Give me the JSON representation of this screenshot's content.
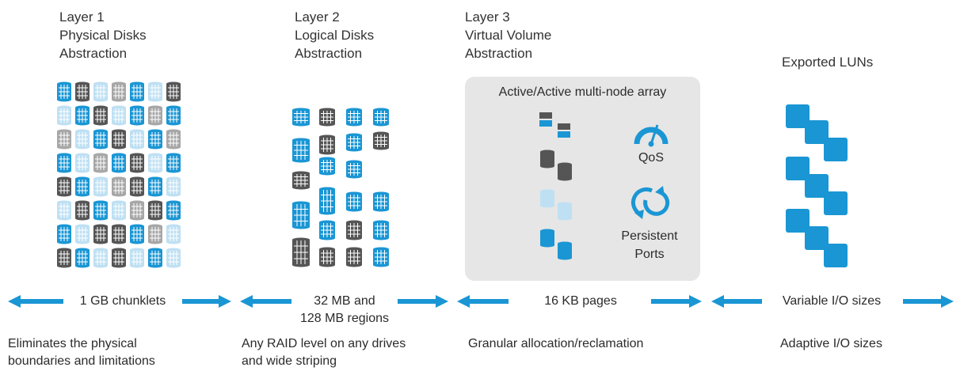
{
  "colors": {
    "accent": "#1a96d4",
    "light": "#bfe0f3",
    "dark": "#555555",
    "gray": "#a7a7a7",
    "panel": "#e6e6e6"
  },
  "layers": [
    {
      "lines": [
        "Layer 1",
        "Physical Disks",
        "Abstraction"
      ]
    },
    {
      "lines": [
        "Layer 2",
        "Logical Disks",
        "Abstraction"
      ]
    },
    {
      "lines": [
        "Layer 3",
        "Virtual Volume",
        "Abstraction"
      ]
    },
    {
      "lines": [
        "Exported LUNs"
      ]
    }
  ],
  "panel": {
    "title": "Active/Active multi-node array",
    "qos_label": "QoS",
    "persistent_label_1": "Persistent",
    "persistent_label_2": "Ports"
  },
  "arrows": [
    {
      "line1": "1 GB chunklets",
      "line2": ""
    },
    {
      "line1": "32 MB and",
      "line2": "128 MB regions"
    },
    {
      "line1": "16 KB pages",
      "line2": ""
    },
    {
      "line1": "Variable I/O sizes",
      "line2": ""
    }
  ],
  "descriptions": [
    {
      "line1": "Eliminates the physical",
      "line2": "boundaries and limitations"
    },
    {
      "line1": "Any RAID level on any drives",
      "line2": "and wide striping"
    },
    {
      "line1": "Granular allocation/reclamation",
      "line2": ""
    },
    {
      "line1": "Adaptive I/O sizes",
      "line2": ""
    }
  ],
  "icons": {
    "layer1": "disk-grid-icon",
    "layer2": "disk-columns-icon",
    "layer3": "disk-stack-icon",
    "qos": "gauge-icon",
    "ports": "persistent-ports-icon",
    "luns": "lun-stack-icon",
    "arrow": "double-arrow-icon"
  }
}
